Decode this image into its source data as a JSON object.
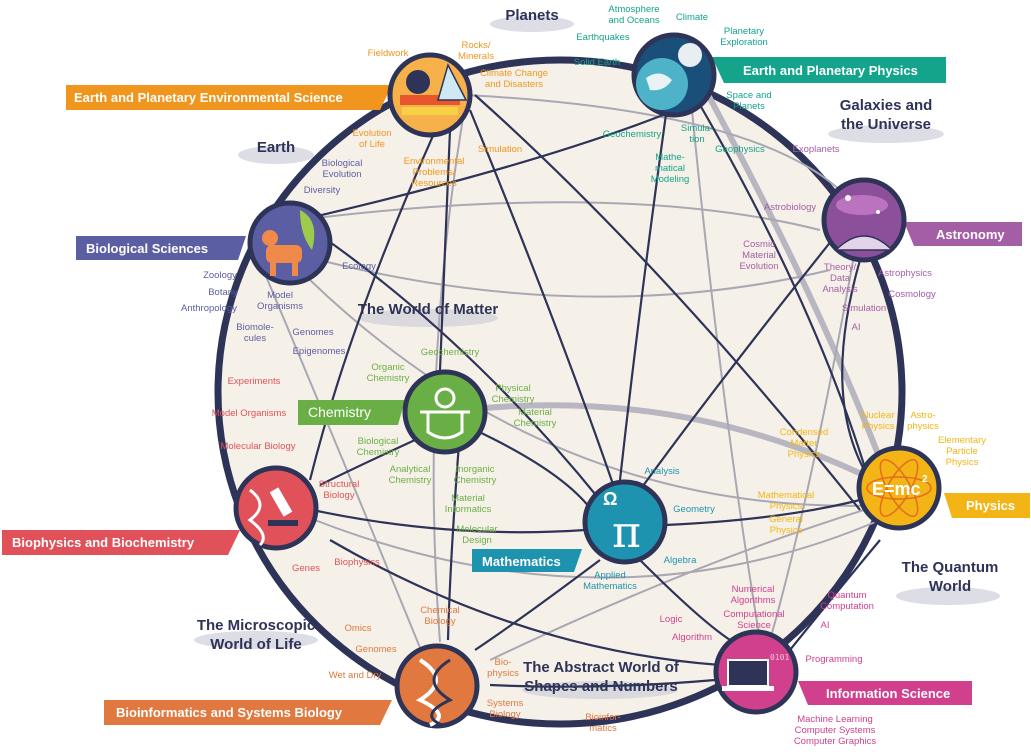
{
  "colors": {
    "earth_env": "#f0961e",
    "earth_planetary": "#14a38b",
    "biological": "#5c5ea3",
    "astronomy": "#a45ea6",
    "chemistry": "#6aaf45",
    "physics": "#f3b515",
    "biophysics": "#e0515a",
    "mathematics": "#1e93b0",
    "information": "#d1408c",
    "bioinformatics": "#e0783f",
    "ring": "#2e3358"
  },
  "fields": {
    "earth_env": {
      "label": "Earth and Planetary Environmental Science",
      "icon": "mountain-fossil-icon"
    },
    "earth_planetary": {
      "label": "Earth and Planetary Physics",
      "icon": "globe-sun-icon"
    },
    "biological": {
      "label": "Biological Sciences",
      "icon": "animal-plant-icon"
    },
    "astronomy": {
      "label": "Astronomy",
      "icon": "galaxy-telescope-icon"
    },
    "chemistry": {
      "label": "Chemistry",
      "icon": "flask-molecule-icon"
    },
    "physics": {
      "label": "Physics",
      "icon": "atom-emc2-icon",
      "formula": "E=mc"
    },
    "biophysics": {
      "label": "Biophysics and Biochemistry",
      "icon": "dna-microscope-icon"
    },
    "mathematics": {
      "label": "Mathematics",
      "icon": "omega-pi-icon",
      "symbol": "π"
    },
    "information": {
      "label": "Information Science",
      "icon": "laptop-binary-icon"
    },
    "bioinformatics": {
      "label": "Bioinformatics and Systems Biology",
      "icon": "dna-sequence-icon"
    }
  },
  "worlds": [
    {
      "id": "planets",
      "lines": [
        "Planets"
      ]
    },
    {
      "id": "galaxies",
      "lines": [
        "Galaxies and",
        "the Universe"
      ]
    },
    {
      "id": "earth",
      "lines": [
        "Earth"
      ]
    },
    {
      "id": "matter",
      "lines": [
        "The World of Matter"
      ]
    },
    {
      "id": "quantum",
      "lines": [
        "The Quantum",
        "World"
      ]
    },
    {
      "id": "microscopic",
      "lines": [
        "The Microscopic",
        "World of Life"
      ]
    },
    {
      "id": "abstract",
      "lines": [
        "The Abstract World of",
        "Shapes and Numbers"
      ]
    }
  ],
  "topics": [
    {
      "field": "earth_env",
      "lines": [
        "Fieldwork"
      ]
    },
    {
      "field": "earth_env",
      "lines": [
        "Rocks/",
        "Minerals"
      ]
    },
    {
      "field": "earth_env",
      "lines": [
        "Climate Change",
        "and Disasters"
      ]
    },
    {
      "field": "earth_env",
      "lines": [
        "Evolution",
        "of Life"
      ]
    },
    {
      "field": "earth_env",
      "lines": [
        "Environmental",
        "Problems/",
        "Resources"
      ]
    },
    {
      "field": "earth_env",
      "lines": [
        "Simulation"
      ]
    },
    {
      "field": "earth_planetary",
      "lines": [
        "Atmosphere",
        "and Oceans"
      ]
    },
    {
      "field": "earth_planetary",
      "lines": [
        "Climate"
      ]
    },
    {
      "field": "earth_planetary",
      "lines": [
        "Earthquakes"
      ]
    },
    {
      "field": "earth_planetary",
      "lines": [
        "Planetary",
        "Exploration"
      ]
    },
    {
      "field": "earth_planetary",
      "lines": [
        "Solid Earth"
      ]
    },
    {
      "field": "earth_planetary",
      "lines": [
        "Space and",
        "Planets"
      ]
    },
    {
      "field": "earth_planetary",
      "lines": [
        "Geochemistry"
      ]
    },
    {
      "field": "earth_planetary",
      "lines": [
        "Simula-",
        "tion"
      ]
    },
    {
      "field": "earth_planetary",
      "lines": [
        "Geophysics"
      ]
    },
    {
      "field": "earth_planetary",
      "lines": [
        "Mathe-",
        "matical",
        "Modeling"
      ]
    },
    {
      "field": "biological",
      "lines": [
        "Biological",
        "Evolution"
      ]
    },
    {
      "field": "biological",
      "lines": [
        "Diversity"
      ]
    },
    {
      "field": "biological",
      "lines": [
        "Ecology"
      ]
    },
    {
      "field": "biological",
      "lines": [
        "Zoology"
      ]
    },
    {
      "field": "biological",
      "lines": [
        "Botany"
      ]
    },
    {
      "field": "biological",
      "lines": [
        "Anthropology"
      ]
    },
    {
      "field": "biological",
      "lines": [
        "Model",
        "Organisms"
      ]
    },
    {
      "field": "biological",
      "lines": [
        "Genomes"
      ]
    },
    {
      "field": "biological",
      "lines": [
        "Biomole-",
        "cules"
      ]
    },
    {
      "field": "biological",
      "lines": [
        "Epigenomes"
      ]
    },
    {
      "field": "astronomy",
      "lines": [
        "Exoplanets"
      ]
    },
    {
      "field": "astronomy",
      "lines": [
        "Astrobiology"
      ]
    },
    {
      "field": "astronomy",
      "lines": [
        "Cosmic",
        "Material",
        "Evolution"
      ]
    },
    {
      "field": "astronomy",
      "lines": [
        "Theory/",
        "Data",
        "Analysis"
      ]
    },
    {
      "field": "astronomy",
      "lines": [
        "Astrophysics"
      ]
    },
    {
      "field": "astronomy",
      "lines": [
        "Cosmology"
      ]
    },
    {
      "field": "astronomy",
      "lines": [
        "Simulation"
      ]
    },
    {
      "field": "astronomy",
      "lines": [
        "AI"
      ]
    },
    {
      "field": "chemistry",
      "lines": [
        "Geochemistry"
      ]
    },
    {
      "field": "chemistry",
      "lines": [
        "Organic",
        "Chemistry"
      ]
    },
    {
      "field": "chemistry",
      "lines": [
        "Physical",
        "Chemistry"
      ]
    },
    {
      "field": "chemistry",
      "lines": [
        "Material",
        "Chemistry"
      ]
    },
    {
      "field": "chemistry",
      "lines": [
        "Biological",
        "Chemistry"
      ]
    },
    {
      "field": "chemistry",
      "lines": [
        "Analytical",
        "Chemistry"
      ]
    },
    {
      "field": "chemistry",
      "lines": [
        "Inorganic",
        "Chemistry"
      ]
    },
    {
      "field": "chemistry",
      "lines": [
        "Material",
        "Informatics"
      ]
    },
    {
      "field": "chemistry",
      "lines": [
        "Molecular",
        "Design"
      ]
    },
    {
      "field": "physics",
      "lines": [
        "Condensed",
        "Matter",
        "Physics"
      ]
    },
    {
      "field": "physics",
      "lines": [
        "Nuclear",
        "Physics"
      ]
    },
    {
      "field": "physics",
      "lines": [
        "Astro-",
        "physics"
      ]
    },
    {
      "field": "physics",
      "lines": [
        "Elementary",
        "Particle",
        "Physics"
      ]
    },
    {
      "field": "physics",
      "lines": [
        "Mathematical",
        "Physics"
      ]
    },
    {
      "field": "physics",
      "lines": [
        "General",
        "Physics"
      ]
    },
    {
      "field": "biophysics",
      "lines": [
        "Experiments"
      ]
    },
    {
      "field": "biophysics",
      "lines": [
        "Model Organisms"
      ]
    },
    {
      "field": "biophysics",
      "lines": [
        "Molecular Biology"
      ]
    },
    {
      "field": "biophysics",
      "lines": [
        "Structural",
        "Biology"
      ]
    },
    {
      "field": "biophysics",
      "lines": [
        "Biophysics"
      ]
    },
    {
      "field": "biophysics",
      "lines": [
        "Genes"
      ]
    },
    {
      "field": "mathematics",
      "lines": [
        "Analysis"
      ]
    },
    {
      "field": "mathematics",
      "lines": [
        "Geometry"
      ]
    },
    {
      "field": "mathematics",
      "lines": [
        "Algebra"
      ]
    },
    {
      "field": "mathematics",
      "lines": [
        "Applied",
        "Mathematics"
      ]
    },
    {
      "field": "information",
      "lines": [
        "Numerical",
        "Algorithms"
      ]
    },
    {
      "field": "information",
      "lines": [
        "Computational",
        "Science"
      ]
    },
    {
      "field": "information",
      "lines": [
        "Quantum",
        "Computation"
      ]
    },
    {
      "field": "information",
      "lines": [
        "AI"
      ]
    },
    {
      "field": "information",
      "lines": [
        "Logic"
      ]
    },
    {
      "field": "information",
      "lines": [
        "Algorithm"
      ]
    },
    {
      "field": "information",
      "lines": [
        "Programming"
      ]
    },
    {
      "field": "information",
      "lines": [
        "Machine Learning",
        "Computer Systems",
        "Computer Graphics"
      ]
    },
    {
      "field": "bioinformatics",
      "lines": [
        "Chemical",
        "Biology"
      ]
    },
    {
      "field": "bioinformatics",
      "lines": [
        "Omics"
      ]
    },
    {
      "field": "bioinformatics",
      "lines": [
        "Genomes"
      ]
    },
    {
      "field": "bioinformatics",
      "lines": [
        "Wet and Dry"
      ]
    },
    {
      "field": "bioinformatics",
      "lines": [
        "Bio-",
        "physics"
      ]
    },
    {
      "field": "bioinformatics",
      "lines": [
        "Systems",
        "Biology"
      ]
    },
    {
      "field": "bioinformatics",
      "lines": [
        "Bioinfor-",
        "matics"
      ]
    }
  ]
}
